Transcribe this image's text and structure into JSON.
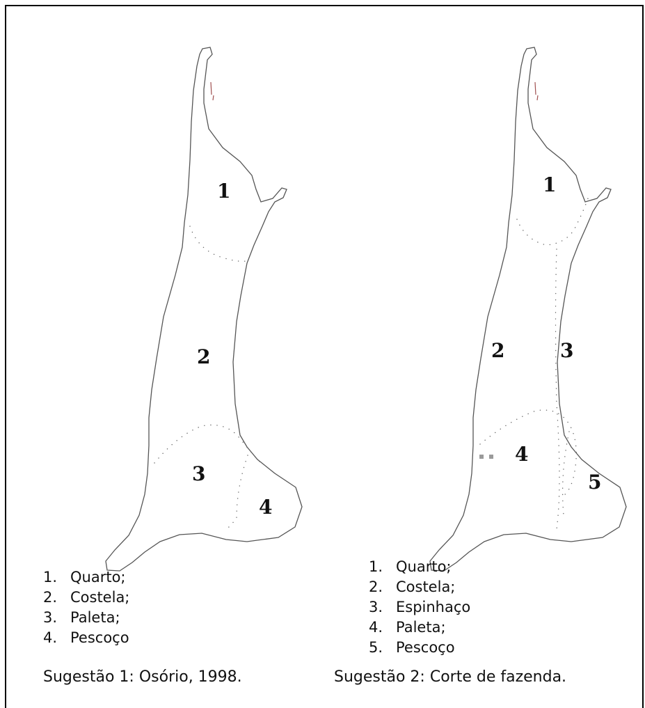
{
  "diagram1": {
    "labels": [
      "1",
      "2",
      "3",
      "4"
    ],
    "legend": [
      {
        "num": "1.",
        "label": "Quarto;"
      },
      {
        "num": "2.",
        "label": "Costela;"
      },
      {
        "num": "3.",
        "label": "Paleta;"
      },
      {
        "num": "4.",
        "label": "Pescoço"
      }
    ],
    "caption": "Sugestão 1: Osório, 1998."
  },
  "diagram2": {
    "labels": [
      "1",
      "2",
      "3",
      "4",
      "5"
    ],
    "legend": [
      {
        "num": "1.",
        "label": "Quarto;"
      },
      {
        "num": "2.",
        "label": "Costela;"
      },
      {
        "num": "3.",
        "label": "Espinhaço"
      },
      {
        "num": "4.",
        "label": "Paleta;"
      },
      {
        "num": "5.",
        "label": "Pescoço"
      }
    ],
    "caption": "Sugestão 2: Corte de fazenda."
  },
  "colors": {
    "outline": "#555555",
    "text": "#111111",
    "marker": "#9a9a9a"
  }
}
